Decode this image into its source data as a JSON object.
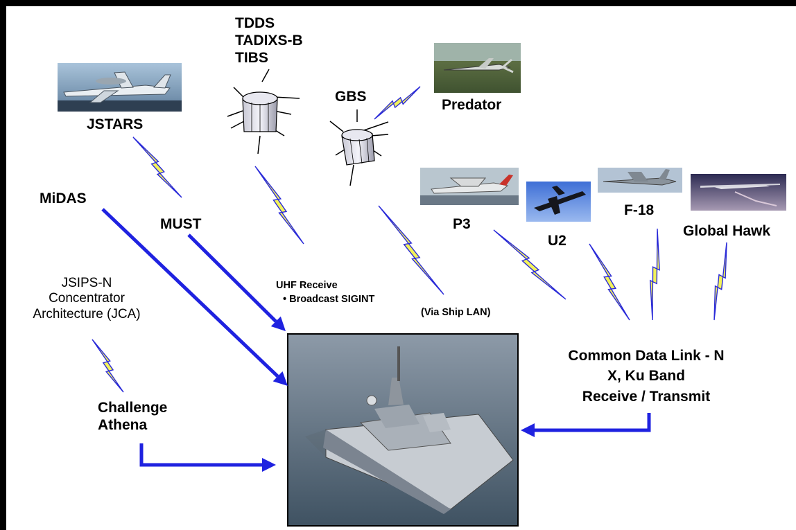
{
  "platforms": {
    "jstars": "JSTARS",
    "predator": "Predator",
    "p3": "P3",
    "u2": "U2",
    "f18": "F-18",
    "global_hawk": "Global Hawk"
  },
  "satellite_systems": [
    "TDDS",
    "TADIXS-B",
    "TIBS"
  ],
  "gbs": "GBS",
  "midas": "MiDAS",
  "must": "MUST",
  "uhf": {
    "line1": "UHF Receive",
    "line2": "• Broadcast SIGINT"
  },
  "via_ship_lan": "(Via Ship LAN)",
  "jca": [
    "JSIPS-N",
    "Concentrator",
    "Architecture (JCA)"
  ],
  "challenge_athena": [
    "Challenge",
    "Athena"
  ],
  "cdl": [
    "Common Data Link - N",
    "X, Ku Band",
    "Receive / Transmit"
  ],
  "colors": {
    "arrow": "#1f22e0",
    "lightning_fill": "#f2f25a",
    "lightning_edge": "#2a2ad8",
    "frame": "#000000"
  }
}
